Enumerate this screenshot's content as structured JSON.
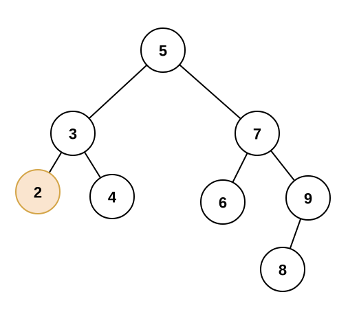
{
  "tree": {
    "nodes": [
      {
        "id": "n5",
        "label": "5",
        "highlighted": false
      },
      {
        "id": "n3",
        "label": "3",
        "highlighted": false
      },
      {
        "id": "n7",
        "label": "7",
        "highlighted": false
      },
      {
        "id": "n2",
        "label": "2",
        "highlighted": true
      },
      {
        "id": "n4",
        "label": "4",
        "highlighted": false
      },
      {
        "id": "n6",
        "label": "6",
        "highlighted": false
      },
      {
        "id": "n9",
        "label": "9",
        "highlighted": false
      },
      {
        "id": "n8",
        "label": "8",
        "highlighted": false
      }
    ],
    "edges": [
      {
        "from": "n5",
        "to": "n3"
      },
      {
        "from": "n5",
        "to": "n7"
      },
      {
        "from": "n3",
        "to": "n2"
      },
      {
        "from": "n3",
        "to": "n4"
      },
      {
        "from": "n7",
        "to": "n6"
      },
      {
        "from": "n7",
        "to": "n9"
      },
      {
        "from": "n9",
        "to": "n8"
      }
    ]
  },
  "colors": {
    "node_fill": "#ffffff",
    "node_stroke": "#000000",
    "highlight_fill": "#fae5cf",
    "highlight_stroke": "#d4a548",
    "edge": "#000000",
    "label": "#000000"
  }
}
